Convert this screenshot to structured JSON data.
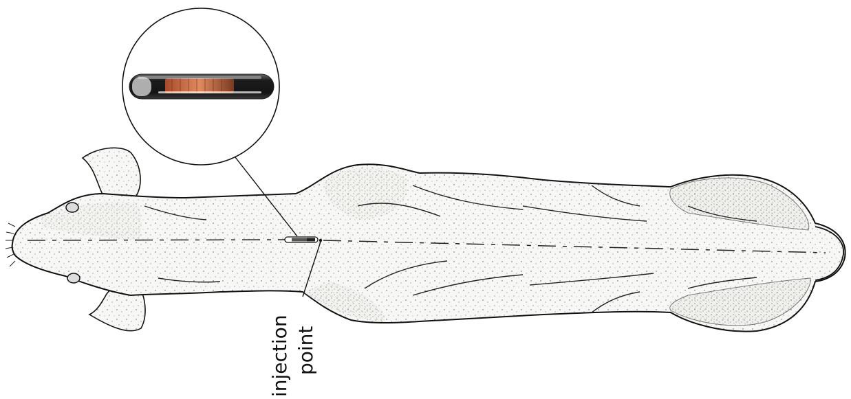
{
  "diagram": {
    "callout_label": {
      "line1": "injection",
      "line2": "point"
    },
    "colors": {
      "ink": "#111111",
      "background": "#ffffff",
      "body_fill": "#f7f7f5",
      "chip_glass": "#2a2a2a",
      "chip_coil": "#c8643c"
    },
    "illustration": "dog-body-top-view",
    "inset": "microchip-capsule-magnified"
  }
}
